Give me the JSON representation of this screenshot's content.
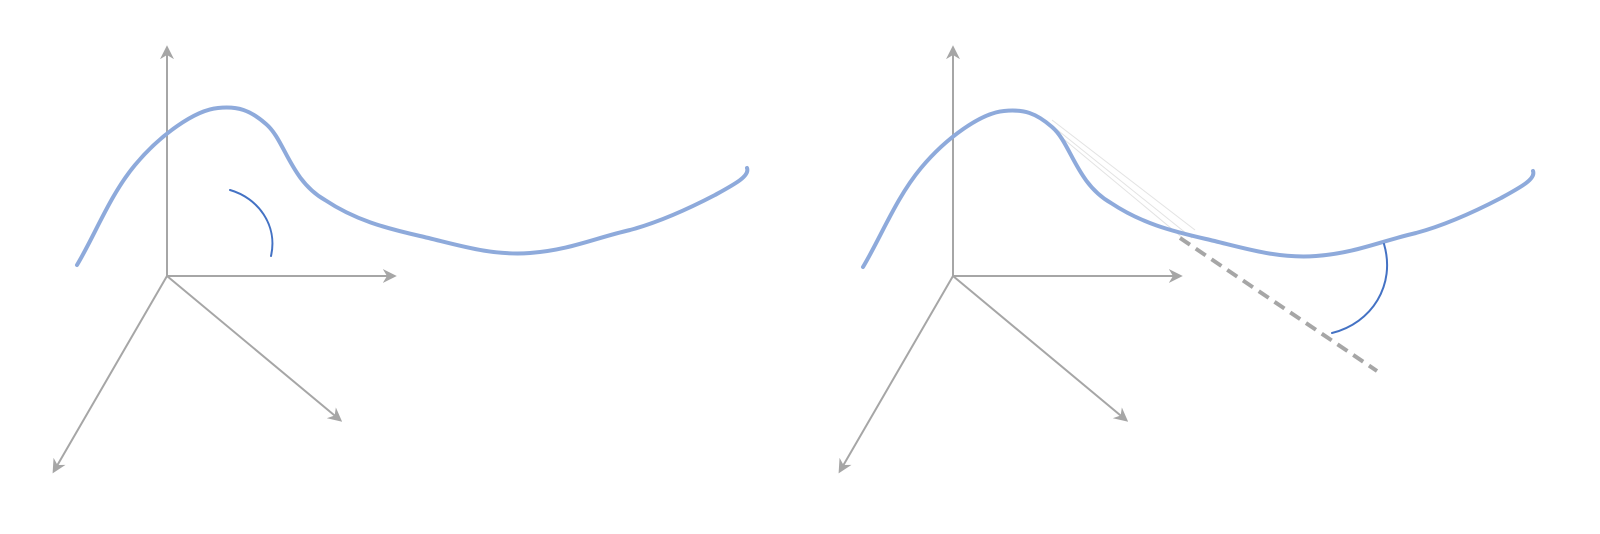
{
  "colors": {
    "background": "#ffffff",
    "axis": "#a6a6a6",
    "curve": "#8eaadb",
    "arc": "#4472c4",
    "dashed_line": "#a6a6a6",
    "guide_lines": "#d9d9d9"
  },
  "panels": [
    {
      "id": "left",
      "axes": [
        "vertical-axis",
        "horizontal-axis",
        "diagonal-axis-front",
        "diagonal-axis-down-left"
      ],
      "has_dashed_line": false,
      "has_rotation_arc": true
    },
    {
      "id": "right",
      "axes": [
        "vertical-axis",
        "horizontal-axis",
        "diagonal-axis-front",
        "diagonal-axis-down-left"
      ],
      "has_dashed_line": true,
      "has_rotation_arc": true
    }
  ]
}
